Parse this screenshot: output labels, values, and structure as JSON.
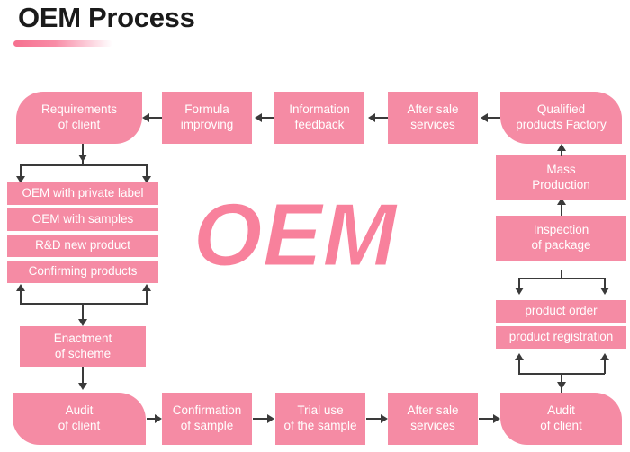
{
  "page": {
    "title": "OEM Process",
    "watermark": "OEM",
    "accent_color": "#f58ba4",
    "title_color": "#1b1b1b",
    "connector_color": "#3a3a3a",
    "background": "#ffffff"
  },
  "nodes": {
    "requirements_of_client": {
      "line1": "Requirements",
      "line2": "of client"
    },
    "formula_improving": {
      "line1": "Formula",
      "line2": "improving"
    },
    "information_feedback": {
      "line1": "Information",
      "line2": "feedback"
    },
    "after_sale_services_top": {
      "line1": "After sale",
      "line2": "services"
    },
    "qualified_products_factory": {
      "line1": "Qualified",
      "line2": "products Factory"
    },
    "oem_private_label": {
      "line1": "OEM with private label",
      "line2": ""
    },
    "oem_with_samples": {
      "line1": "OEM with samples",
      "line2": ""
    },
    "rd_new_product": {
      "line1": "R&D new product",
      "line2": ""
    },
    "confirming_products": {
      "line1": "Confirming products",
      "line2": ""
    },
    "enactment_of_scheme": {
      "line1": "Enactment",
      "line2": "of scheme"
    },
    "audit_of_client_left": {
      "line1": "Audit",
      "line2": "of client"
    },
    "confirmation_of_sample": {
      "line1": "Confirmation",
      "line2": "of sample"
    },
    "trial_use_of_the_sample": {
      "line1": "Trial use",
      "line2": "of the sample"
    },
    "after_sale_services_bottom": {
      "line1": "After sale",
      "line2": "services"
    },
    "audit_of_client_right": {
      "line1": "Audit",
      "line2": "of client"
    },
    "mass_production": {
      "line1": "Mass",
      "line2": "Production"
    },
    "inspection_of_package": {
      "line1": "Inspection",
      "line2": "of package"
    },
    "product_order": {
      "line1": "product order",
      "line2": ""
    },
    "product_registration": {
      "line1": "product registration",
      "line2": ""
    }
  },
  "flow_edges": [
    {
      "from": "qualified_products_factory",
      "to": "after_sale_services_top",
      "direction": "left"
    },
    {
      "from": "after_sale_services_top",
      "to": "information_feedback",
      "direction": "left"
    },
    {
      "from": "information_feedback",
      "to": "formula_improving",
      "direction": "left"
    },
    {
      "from": "formula_improving",
      "to": "requirements_of_client",
      "direction": "left"
    },
    {
      "from": "requirements_of_client",
      "to": "oem_option_group",
      "direction": "down-fork"
    },
    {
      "from": "confirming_products_group",
      "to": "enactment_of_scheme",
      "direction": "up-merge-down"
    },
    {
      "from": "enactment_of_scheme",
      "to": "audit_of_client_left",
      "direction": "down"
    },
    {
      "from": "audit_of_client_left",
      "to": "confirmation_of_sample",
      "direction": "right"
    },
    {
      "from": "confirmation_of_sample",
      "to": "trial_use_of_the_sample",
      "direction": "right"
    },
    {
      "from": "trial_use_of_the_sample",
      "to": "after_sale_services_bottom",
      "direction": "right"
    },
    {
      "from": "after_sale_services_bottom",
      "to": "audit_of_client_right",
      "direction": "right"
    },
    {
      "from": "audit_of_client_right",
      "to": "product_registration_group",
      "direction": "up-fork"
    },
    {
      "from": "product_order_group",
      "to": "inspection_of_package",
      "direction": "up-merge"
    },
    {
      "from": "inspection_of_package",
      "to": "mass_production",
      "direction": "up"
    },
    {
      "from": "mass_production",
      "to": "qualified_products_factory",
      "direction": "up"
    }
  ]
}
